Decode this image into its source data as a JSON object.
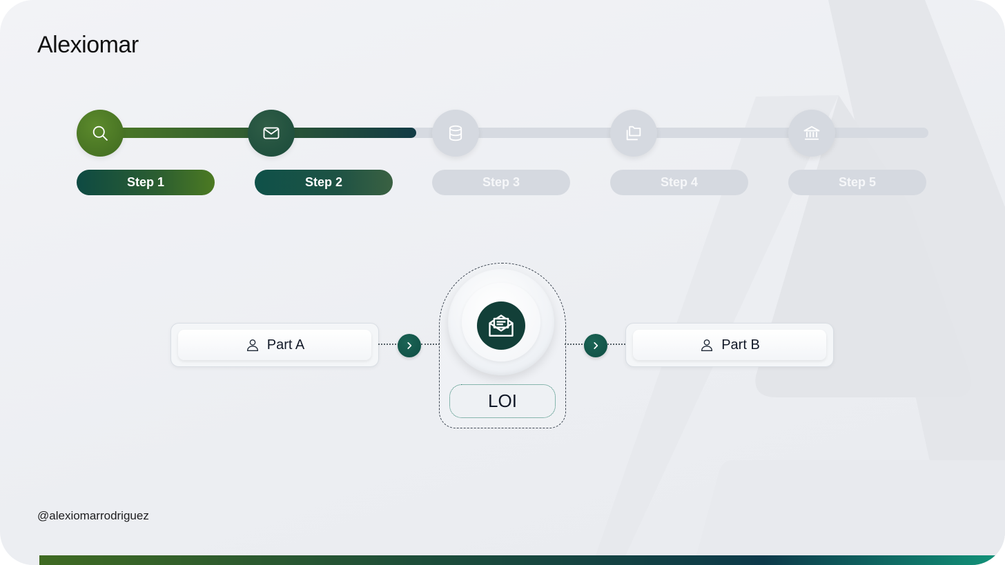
{
  "brand": {
    "logo_text": "Alexiomar",
    "handle": "@alexiomarrodriguez"
  },
  "progress": {
    "current_step": 2,
    "total_steps": 5,
    "steps": [
      {
        "label": "Step 1",
        "icon": "search-icon",
        "state": "done"
      },
      {
        "label": "Step 2",
        "icon": "mail-icon",
        "state": "active"
      },
      {
        "label": "Step 3",
        "icon": "database-icon",
        "state": "pending"
      },
      {
        "label": "Step 4",
        "icon": "folders-icon",
        "state": "pending"
      },
      {
        "label": "Step 5",
        "icon": "bank-icon",
        "state": "pending"
      }
    ]
  },
  "flow": {
    "party_a": {
      "label": "Part A",
      "icon": "user-icon"
    },
    "document": {
      "label": "LOI",
      "icon": "open-envelope-icon"
    },
    "party_b": {
      "label": "Part B",
      "icon": "user-icon"
    },
    "arrow_icon": "chevron-right-icon"
  },
  "colors": {
    "done": "#3f6a20",
    "active": "#1a4a3a",
    "pending": "#d5d9e0",
    "dark_teal": "#123f38"
  }
}
